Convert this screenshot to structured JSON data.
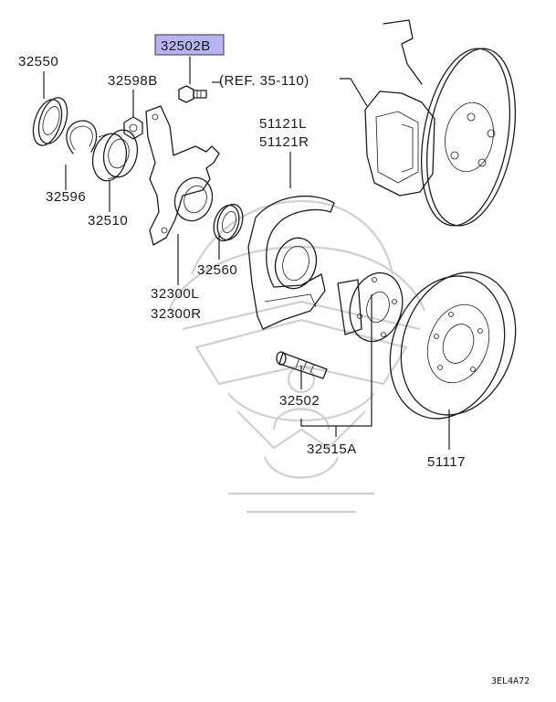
{
  "diagram": {
    "highlighted_part": "32502B",
    "reference": "(REF. 35-110)",
    "diagram_code": "3EL4A72",
    "labels": {
      "p32550": "32550",
      "p32598b": "32598B",
      "p32596": "32596",
      "p32510": "32510",
      "p32560": "32560",
      "p32300l": "32300L",
      "p32300r": "32300R",
      "p51121l": "51121L",
      "p51121r": "51121R",
      "p32502": "32502",
      "p32515a": "32515A",
      "p51117": "51117"
    },
    "colors": {
      "highlight": "#b7b2f0",
      "line": "#1c1c1c",
      "watermark": "#cfcfcf"
    }
  }
}
